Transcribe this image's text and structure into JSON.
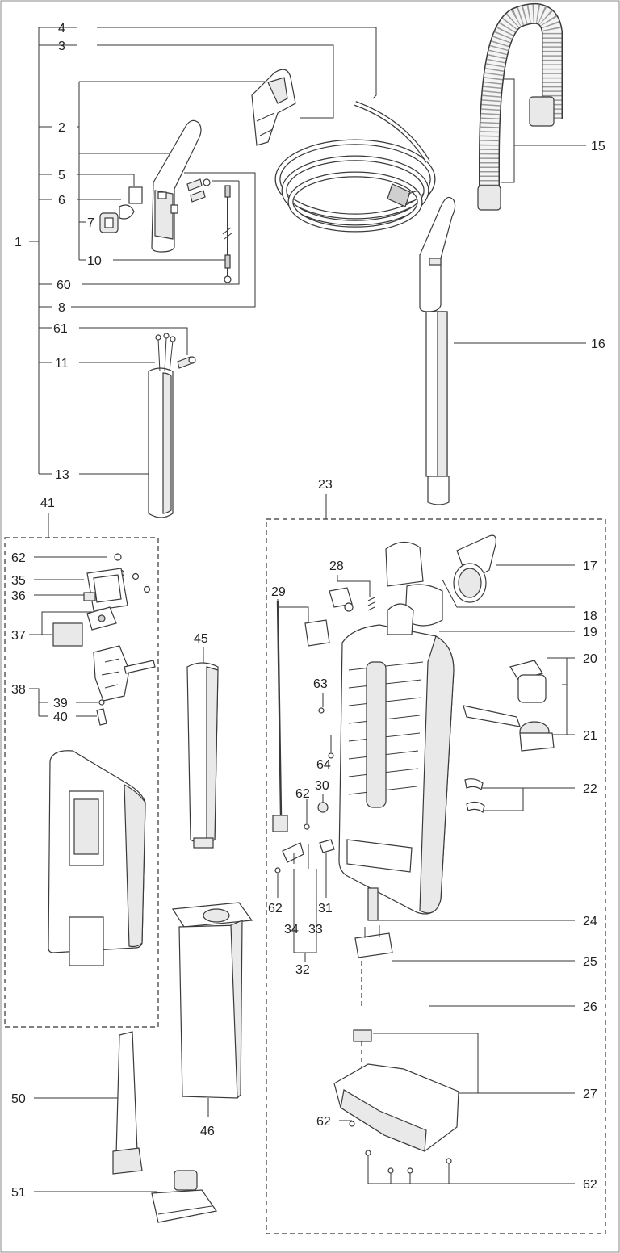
{
  "callouts": [
    {
      "id": "c4",
      "text": "4"
    },
    {
      "id": "c3",
      "text": "3"
    },
    {
      "id": "c2",
      "text": "2"
    },
    {
      "id": "c5",
      "text": "5"
    },
    {
      "id": "c6",
      "text": "6"
    },
    {
      "id": "c7",
      "text": "7"
    },
    {
      "id": "c1",
      "text": "1"
    },
    {
      "id": "c10",
      "text": "10"
    },
    {
      "id": "c60",
      "text": "60"
    },
    {
      "id": "c8",
      "text": "8"
    },
    {
      "id": "c61",
      "text": "61"
    },
    {
      "id": "c11",
      "text": "11"
    },
    {
      "id": "c13",
      "text": "13"
    },
    {
      "id": "c15",
      "text": "15"
    },
    {
      "id": "c16",
      "text": "16"
    },
    {
      "id": "c23",
      "text": "23"
    },
    {
      "id": "c41",
      "text": "41"
    },
    {
      "id": "c62a",
      "text": "62"
    },
    {
      "id": "c35",
      "text": "35"
    },
    {
      "id": "c36",
      "text": "36"
    },
    {
      "id": "c37",
      "text": "37"
    },
    {
      "id": "c38",
      "text": "38"
    },
    {
      "id": "c39",
      "text": "39"
    },
    {
      "id": "c40",
      "text": "40"
    },
    {
      "id": "c45",
      "text": "45"
    },
    {
      "id": "c17",
      "text": "17"
    },
    {
      "id": "c28",
      "text": "28"
    },
    {
      "id": "c29",
      "text": "29"
    },
    {
      "id": "c18",
      "text": "18"
    },
    {
      "id": "c19",
      "text": "19"
    },
    {
      "id": "c20",
      "text": "20"
    },
    {
      "id": "c63",
      "text": "63"
    },
    {
      "id": "c21",
      "text": "21"
    },
    {
      "id": "c64",
      "text": "64"
    },
    {
      "id": "c22",
      "text": "22"
    },
    {
      "id": "c62b",
      "text": "62"
    },
    {
      "id": "c30",
      "text": "30"
    },
    {
      "id": "c62c",
      "text": "62"
    },
    {
      "id": "c31",
      "text": "31"
    },
    {
      "id": "c24",
      "text": "24"
    },
    {
      "id": "c34",
      "text": "34"
    },
    {
      "id": "c33",
      "text": "33"
    },
    {
      "id": "c32",
      "text": "32"
    },
    {
      "id": "c25",
      "text": "25"
    },
    {
      "id": "c26",
      "text": "26"
    },
    {
      "id": "c62d",
      "text": "62"
    },
    {
      "id": "c27",
      "text": "27"
    },
    {
      "id": "c50",
      "text": "50"
    },
    {
      "id": "c46",
      "text": "46"
    },
    {
      "id": "c51",
      "text": "51"
    },
    {
      "id": "c62e",
      "text": "62"
    }
  ]
}
